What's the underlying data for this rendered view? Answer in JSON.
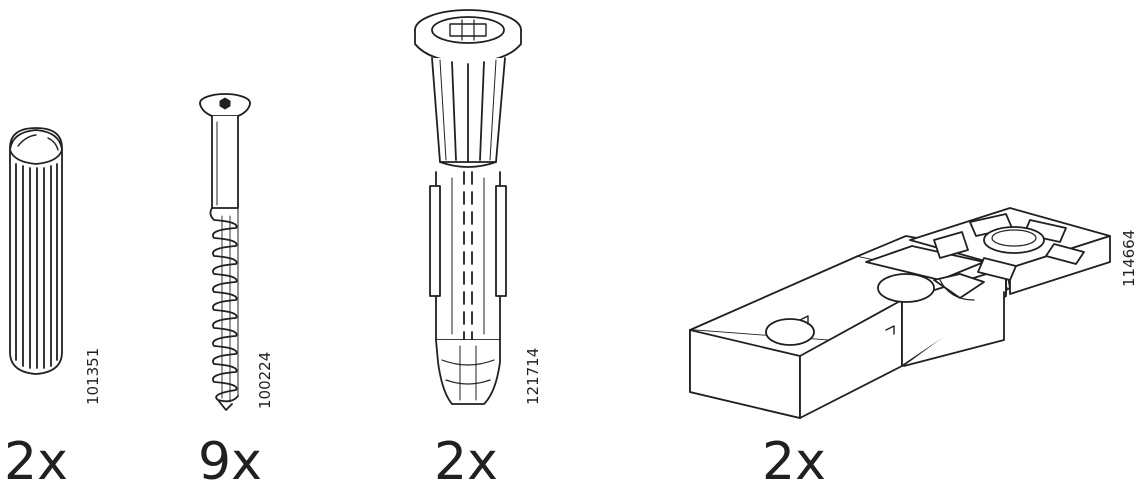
{
  "parts": [
    {
      "id": "dowel",
      "icon": "wooden-dowel-icon",
      "part_number": "101351",
      "quantity": "2x"
    },
    {
      "id": "screw",
      "icon": "hex-screw-icon",
      "part_number": "100224",
      "quantity": "9x"
    },
    {
      "id": "wall-plug",
      "icon": "wall-plug-icon",
      "part_number": "121714",
      "quantity": "2x"
    },
    {
      "id": "spacer-block",
      "icon": "spacer-block-icon",
      "part_number": "114664",
      "quantity": "2x"
    }
  ],
  "colors": {
    "ink": "#231f20",
    "background": "#ffffff"
  }
}
